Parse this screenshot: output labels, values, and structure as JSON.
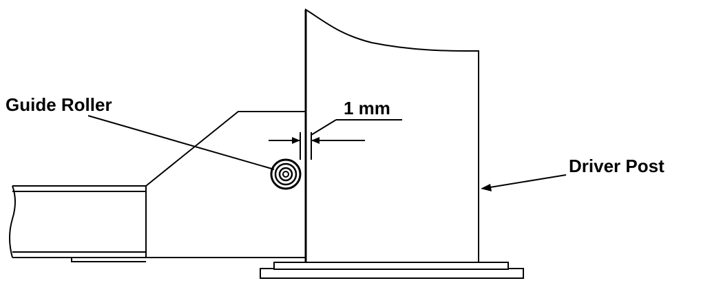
{
  "labels": {
    "guide_roller": "Guide Roller",
    "clearance": "1 mm",
    "driver_post": "Driver Post"
  }
}
